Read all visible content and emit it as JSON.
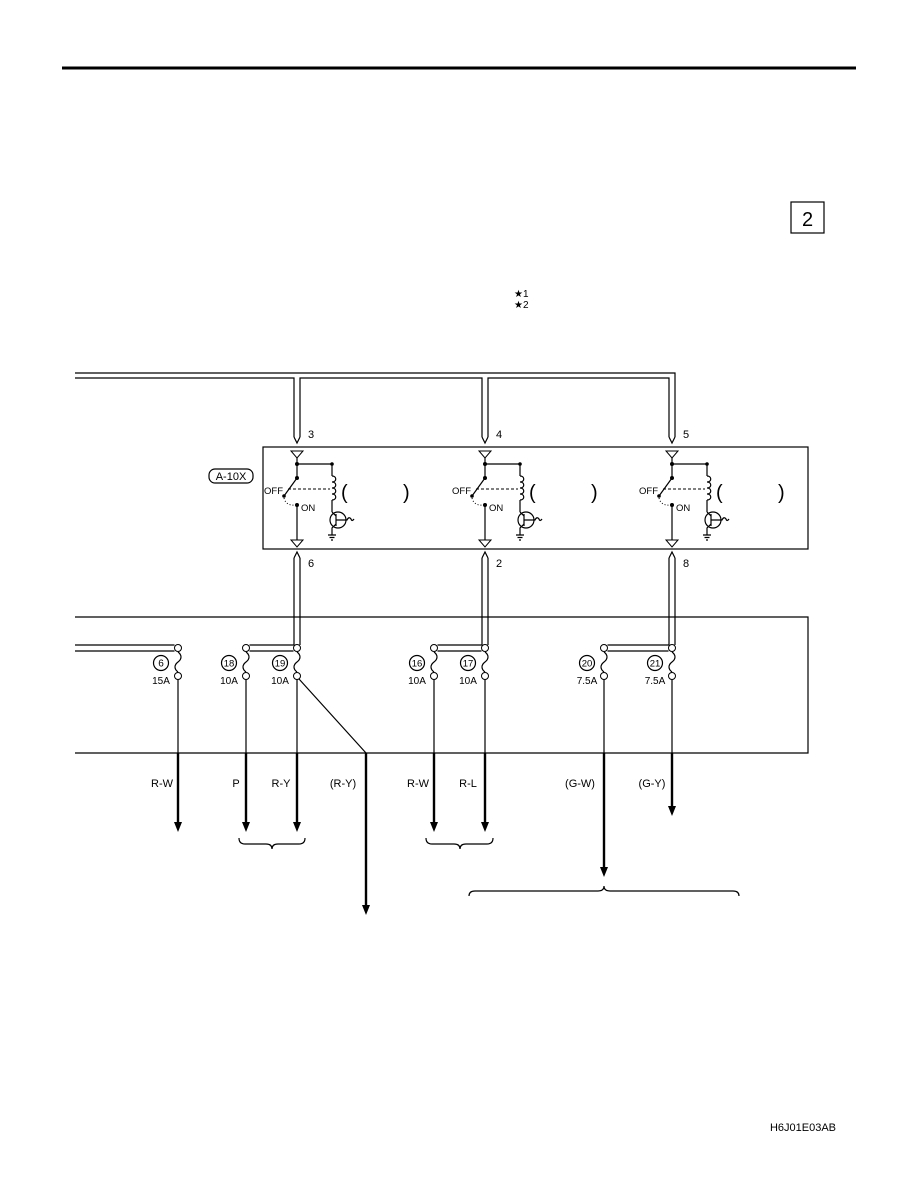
{
  "header": {
    "page_number": "2"
  },
  "notes": [
    "★1",
    "★2"
  ],
  "connector": "A-10X",
  "relays": [
    {
      "pin_in": "3",
      "pin_out": "6",
      "off_label": "OFF",
      "on_label": "ON",
      "paren_open": "(",
      "paren_close": ")"
    },
    {
      "pin_in": "4",
      "pin_out": "2",
      "off_label": "OFF",
      "on_label": "ON",
      "paren_open": "(",
      "paren_close": ")"
    },
    {
      "pin_in": "5",
      "pin_out": "8",
      "off_label": "OFF",
      "on_label": "ON",
      "paren_open": "(",
      "paren_close": ")"
    }
  ],
  "fuses": [
    {
      "number": "6",
      "rating": "15A"
    },
    {
      "number": "18",
      "rating": "10A"
    },
    {
      "number": "19",
      "rating": "10A"
    },
    {
      "number": "16",
      "rating": "10A"
    },
    {
      "number": "17",
      "rating": "10A"
    },
    {
      "number": "20",
      "rating": "7.5A"
    },
    {
      "number": "21",
      "rating": "7.5A"
    }
  ],
  "wires": [
    "R-W",
    "P",
    "R-Y",
    "(R-Y)",
    "R-W",
    "R-L",
    "(G-W)",
    "(G-Y)"
  ],
  "figure_code": "H6J01E03AB"
}
